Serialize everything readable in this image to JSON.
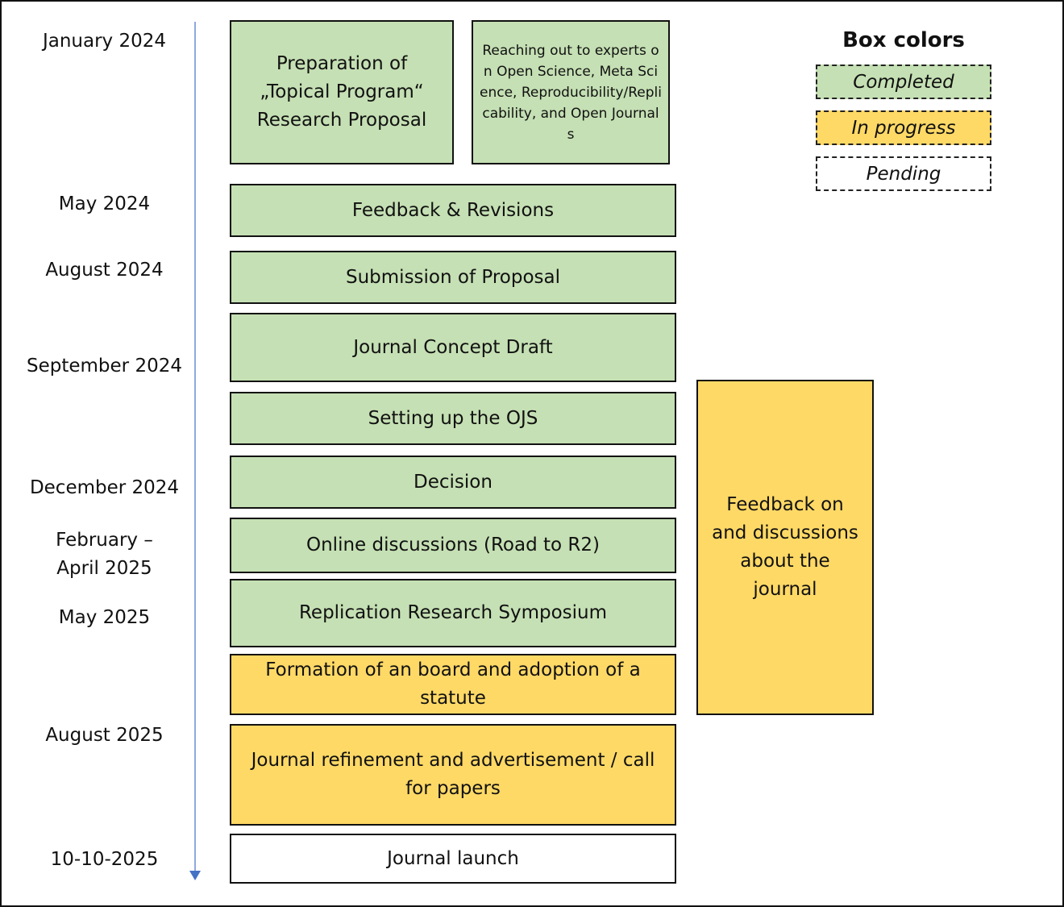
{
  "diagram": {
    "legend": {
      "title": "Box colors",
      "items": [
        {
          "label": "Completed",
          "status": "completed",
          "color": "#c5e0b4"
        },
        {
          "label": "In progress",
          "status": "in_progress",
          "color": "#ffd966"
        },
        {
          "label": "Pending",
          "status": "pending",
          "color": "#ffffff"
        }
      ]
    },
    "axis": {
      "color": "#8fa9dc",
      "arrow_color": "#4472c4"
    },
    "dates": [
      "January 2024",
      "May 2024",
      "August 2024",
      "September 2024",
      "December 2024",
      "February –\nApril 2025",
      "May 2025",
      "August 2025",
      "10-10-2025"
    ],
    "tasks": [
      {
        "label": "Preparation of „Topical Program“ Research Proposal",
        "status": "completed"
      },
      {
        "label": "Reaching out to experts on Open Science, Meta Science, Reproducibility/Replicability, and Open Journals",
        "status": "completed"
      },
      {
        "label": "Feedback & Revisions",
        "status": "completed"
      },
      {
        "label": "Submission of Proposal",
        "status": "completed"
      },
      {
        "label": "Journal Concept Draft",
        "status": "completed"
      },
      {
        "label": "Setting up the OJS",
        "status": "completed"
      },
      {
        "label": "Decision",
        "status": "completed"
      },
      {
        "label": "Online discussions (Road to R2)",
        "status": "completed"
      },
      {
        "label": "Replication Research Symposium",
        "status": "completed"
      },
      {
        "label": "Formation of an board and adoption of a statute",
        "status": "in_progress"
      },
      {
        "label": "Journal refinement and advertisement / call for papers",
        "status": "in_progress"
      },
      {
        "label": "Journal launch",
        "status": "pending"
      },
      {
        "label": "Feedback on and discussions about the journal",
        "status": "in_progress"
      }
    ]
  }
}
